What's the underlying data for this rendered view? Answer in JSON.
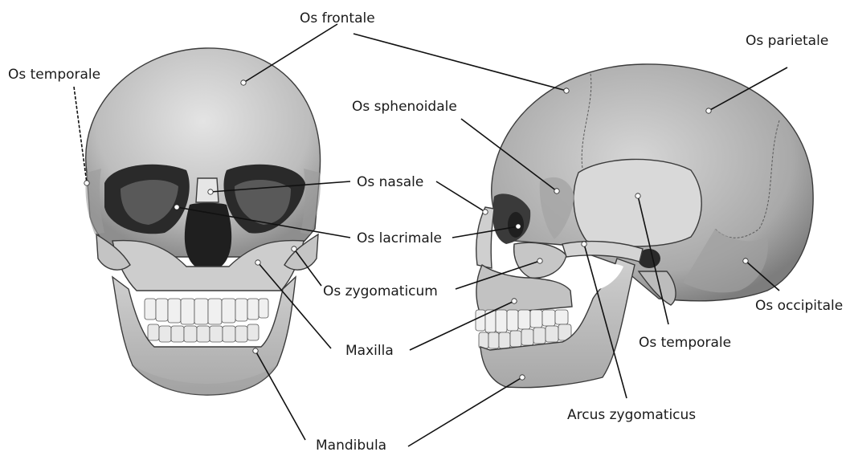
{
  "labels": {
    "frontal": "Os frontale",
    "parietal": "Os parietale",
    "temporal_front": "Os temporale",
    "sphenoid": "Os sphenoidale",
    "nasal": "Os nasale",
    "lacrimal": "Os lacrimale",
    "zygomatic": "Os zygomaticum",
    "maxilla": "Maxilla",
    "mandible": "Mandibula",
    "occipital": "Os occipitale",
    "temporal_side": "Os temporale",
    "zygomatic_arch": "Arcus zygomaticus"
  },
  "colors": {
    "bone_light": "#d8d8d8",
    "bone_mid": "#b9b9b9",
    "bone_dark": "#8a8a8a",
    "leader": "#111111"
  }
}
